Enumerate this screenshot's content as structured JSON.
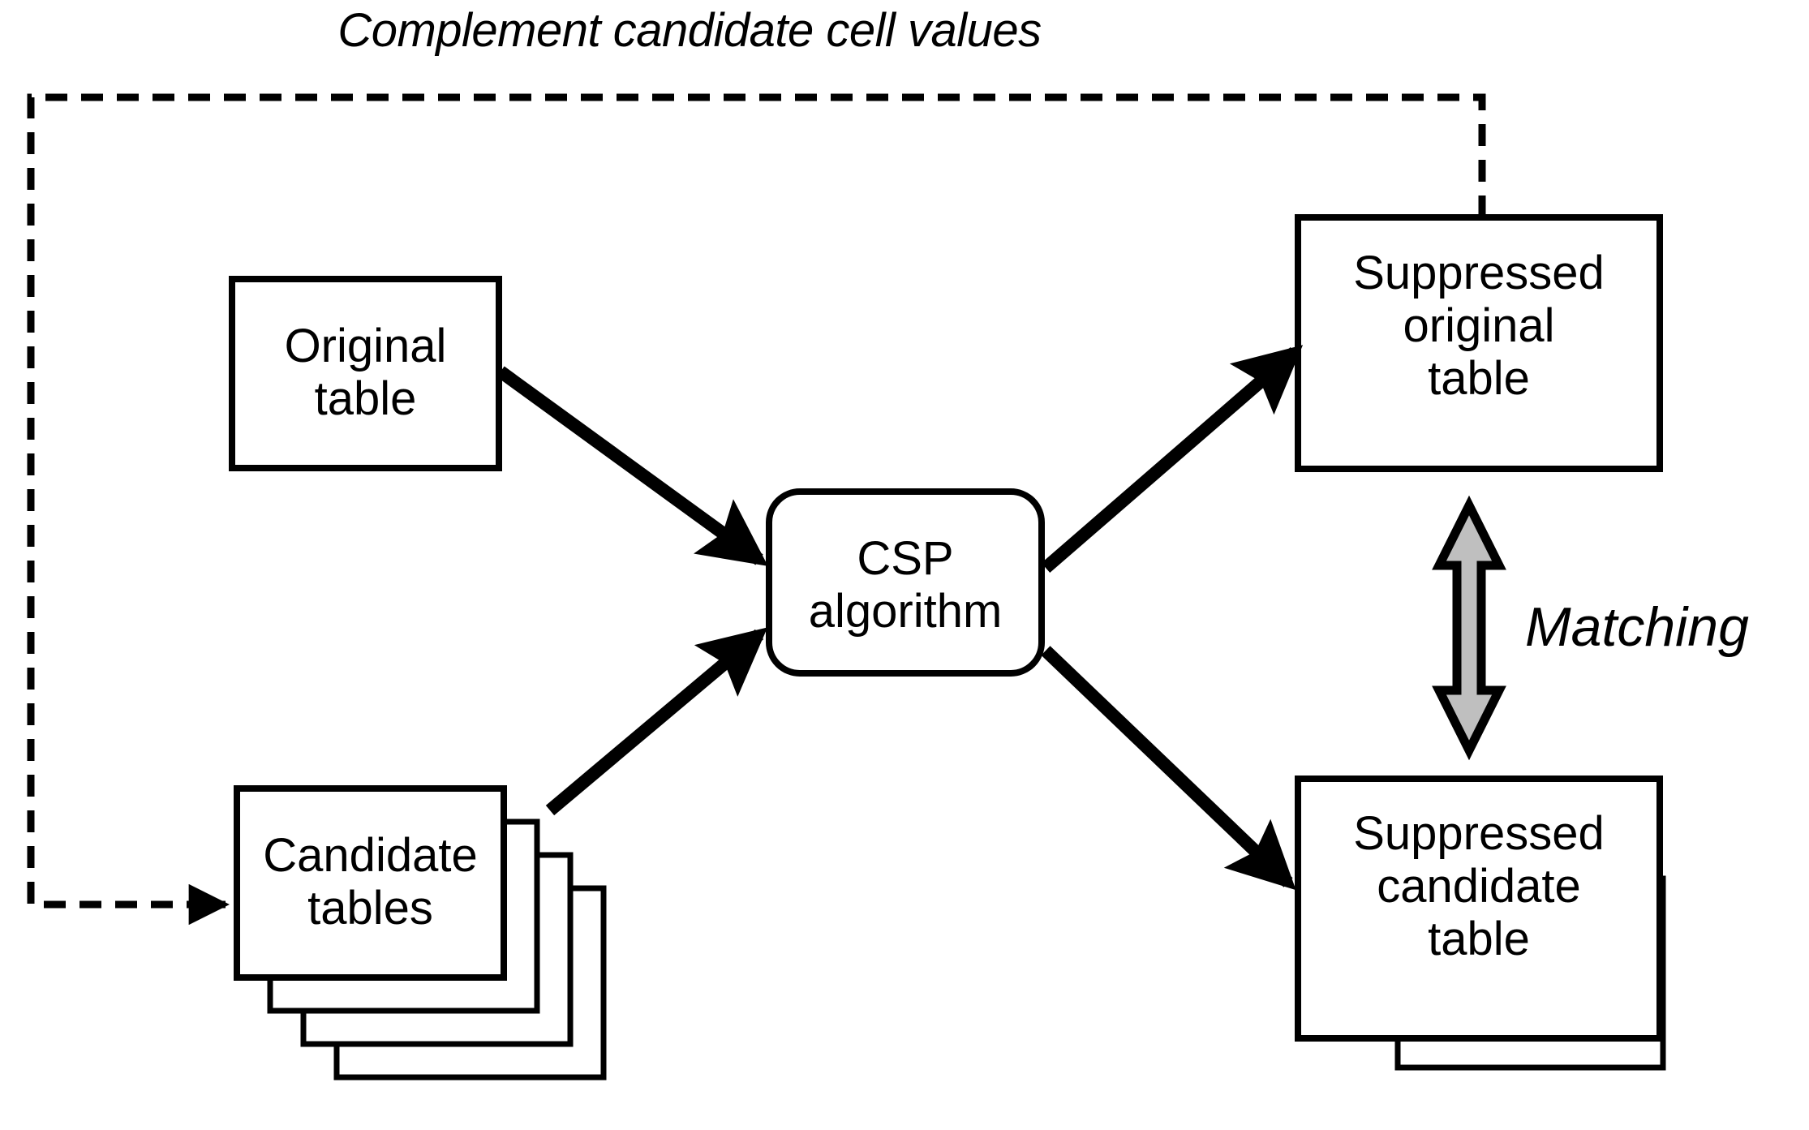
{
  "diagram": {
    "title": "Complement candidate cell values",
    "background_color": "#ffffff",
    "stroke_color": "#000000",
    "arrow_fill_gray": "#bfbfbf",
    "nodes": {
      "original_table": {
        "label": "Original\ntable",
        "shape": "rectangle"
      },
      "candidate_tables": {
        "label": "Candidate\ntables",
        "shape": "stacked-rectangle",
        "stack_count": 4
      },
      "csp_algorithm": {
        "label": "CSP\nalgorithm",
        "shape": "rounded-rectangle"
      },
      "suppressed_original_table": {
        "label": "Suppressed\noriginal\ntable",
        "shape": "rectangle"
      },
      "suppressed_candidate_table": {
        "label": "Suppressed\ncandidate\ntable",
        "shape": "stacked-rectangle",
        "stack_count": 4
      }
    },
    "annotations": {
      "matching": "Matching"
    },
    "edges": [
      {
        "name": "original-to-csp",
        "from": "original_table",
        "to": "csp_algorithm",
        "style": "solid",
        "arrowheads": 1
      },
      {
        "name": "candidates-to-csp",
        "from": "candidate_tables",
        "to": "csp_algorithm",
        "style": "solid",
        "arrowheads": 1
      },
      {
        "name": "csp-to-suppressed-original",
        "from": "csp_algorithm",
        "to": "suppressed_original_table",
        "style": "solid",
        "arrowheads": 1
      },
      {
        "name": "csp-to-suppressed-candidate",
        "from": "csp_algorithm",
        "to": "suppressed_candidate_table",
        "style": "solid",
        "arrowheads": 1
      },
      {
        "name": "matching-link",
        "from": "suppressed_original_table",
        "to": "suppressed_candidate_table",
        "style": "solid-gray-block",
        "arrowheads": 2,
        "label": "Matching"
      },
      {
        "name": "feedback-complement",
        "from": "suppressed_original_table",
        "to": "candidate_tables",
        "style": "dashed",
        "arrowheads": 1,
        "label": "Complement candidate cell values"
      }
    ]
  }
}
